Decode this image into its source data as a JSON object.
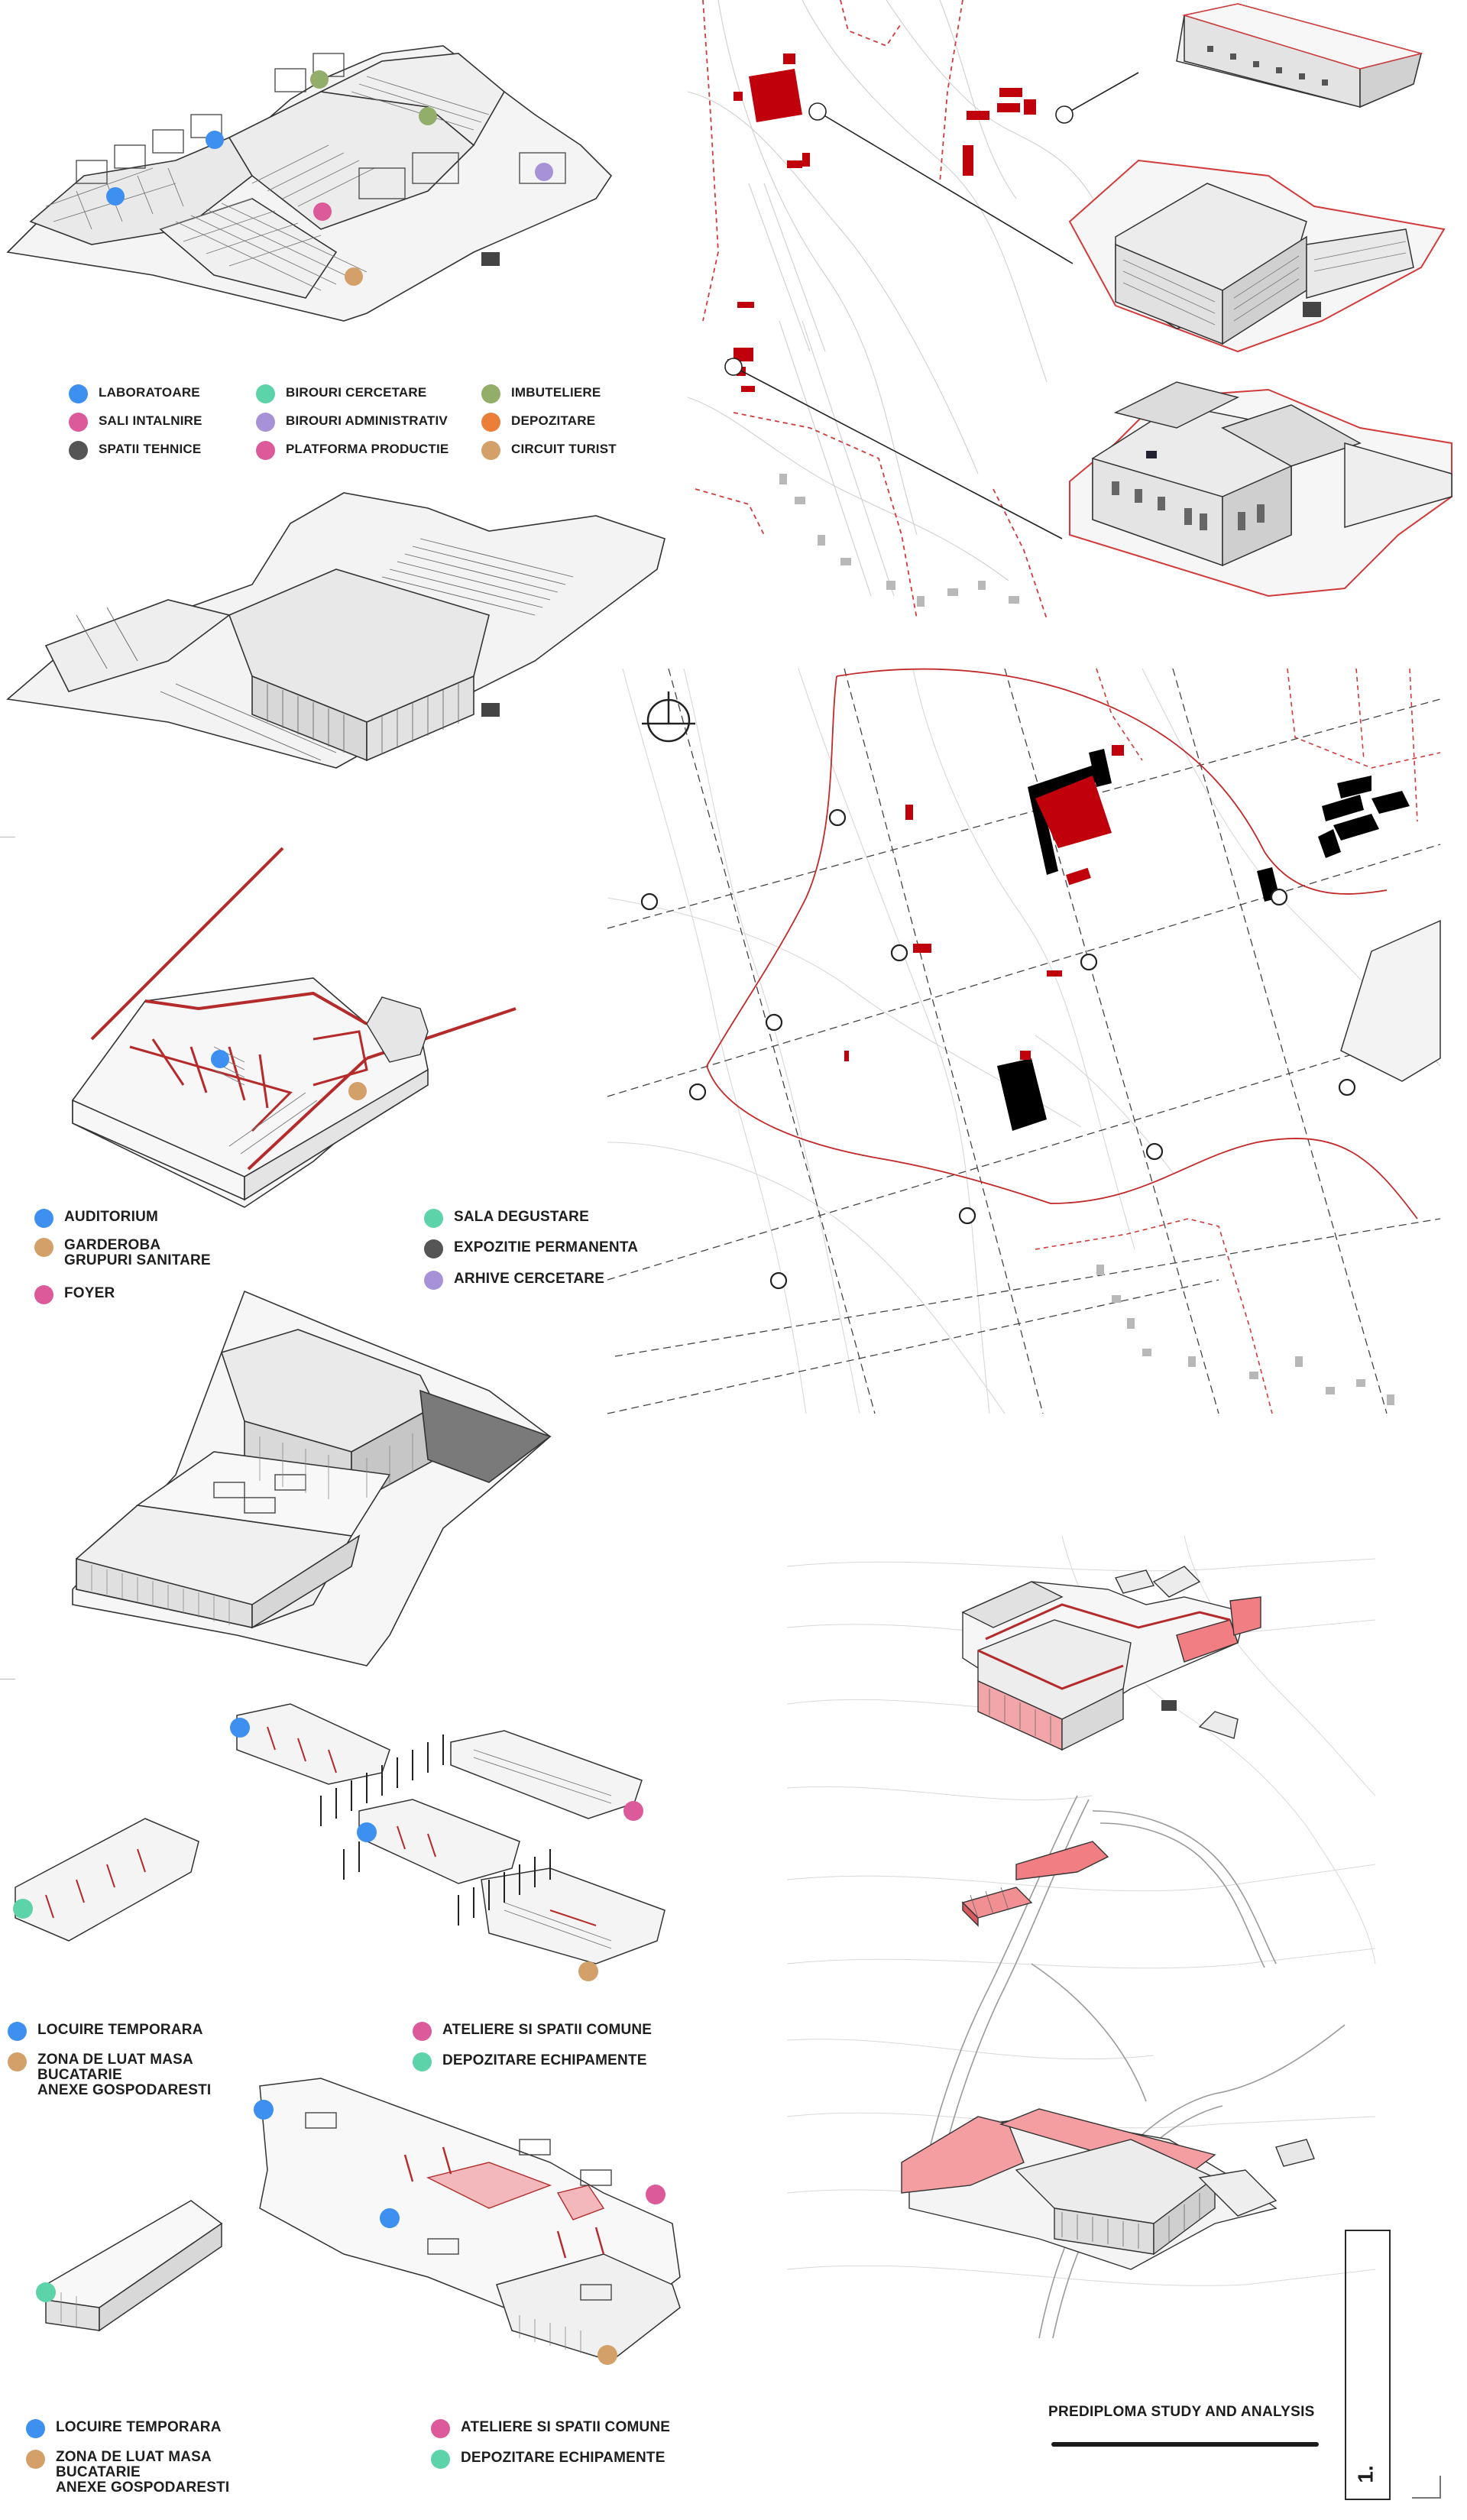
{
  "colors": {
    "blue": "#3d8ff0",
    "pink": "#dd5a9a",
    "gray": "#555555",
    "teal": "#5dd3a9",
    "lilac": "#a792d8",
    "green": "#93ad6b",
    "orange": "#eb7f3a",
    "tan": "#d4a06a",
    "red": "#c0000a",
    "salmon": "#f07e82"
  },
  "legend1": {
    "items": [
      {
        "label": "LABORATOARE",
        "color": "blue"
      },
      {
        "label": "BIROURI CERCETARE",
        "color": "teal"
      },
      {
        "label": "IMBUTELIERE",
        "color": "green"
      },
      {
        "label": "SALI INTALNIRE",
        "color": "pink"
      },
      {
        "label": "BIROURI ADMINISTRATIV",
        "color": "lilac"
      },
      {
        "label": "DEPOZITARE",
        "color": "orange"
      },
      {
        "label": "SPATII TEHNICE",
        "color": "gray"
      },
      {
        "label": "PLATFORMA PRODUCTIE",
        "color": "pink"
      },
      {
        "label": "CIRCUIT TURIST",
        "color": "tan"
      }
    ]
  },
  "legend2": {
    "items": [
      {
        "label": "AUDITORIUM",
        "color": "blue"
      },
      {
        "label": "GARDEROBA\nGRUPURI SANITARE",
        "color": "tan"
      },
      {
        "label": "FOYER",
        "color": "pink"
      },
      {
        "label": "SALA DEGUSTARE",
        "color": "teal"
      },
      {
        "label": "EXPOZITIE PERMANENTA",
        "color": "gray"
      },
      {
        "label": "ARHIVE CERCETARE",
        "color": "lilac"
      }
    ]
  },
  "legend3": {
    "items": [
      {
        "label": "LOCUIRE TEMPORARA",
        "color": "blue"
      },
      {
        "label": "ZONA DE LUAT MASA\nBUCATARIE\nANEXE GOSPODARESTI",
        "color": "tan"
      },
      {
        "label": "ATELIERE SI SPATII COMUNE",
        "color": "pink"
      },
      {
        "label": "DEPOZITARE ECHIPAMENTE",
        "color": "teal"
      }
    ]
  },
  "legend4": {
    "items": [
      {
        "label": "LOCUIRE TEMPORARA",
        "color": "blue"
      },
      {
        "label": "ZONA DE LUAT MASA\nBUCATARIE\nANEXE GOSPODARESTI",
        "color": "tan"
      },
      {
        "label": "ATELIERE SI SPATII COMUNE",
        "color": "pink"
      },
      {
        "label": "DEPOZITARE ECHIPAMENTE",
        "color": "teal"
      }
    ]
  },
  "footer": {
    "title": "PREDIPLOMA STUDY AND ANALYSIS",
    "page_number": "1."
  }
}
